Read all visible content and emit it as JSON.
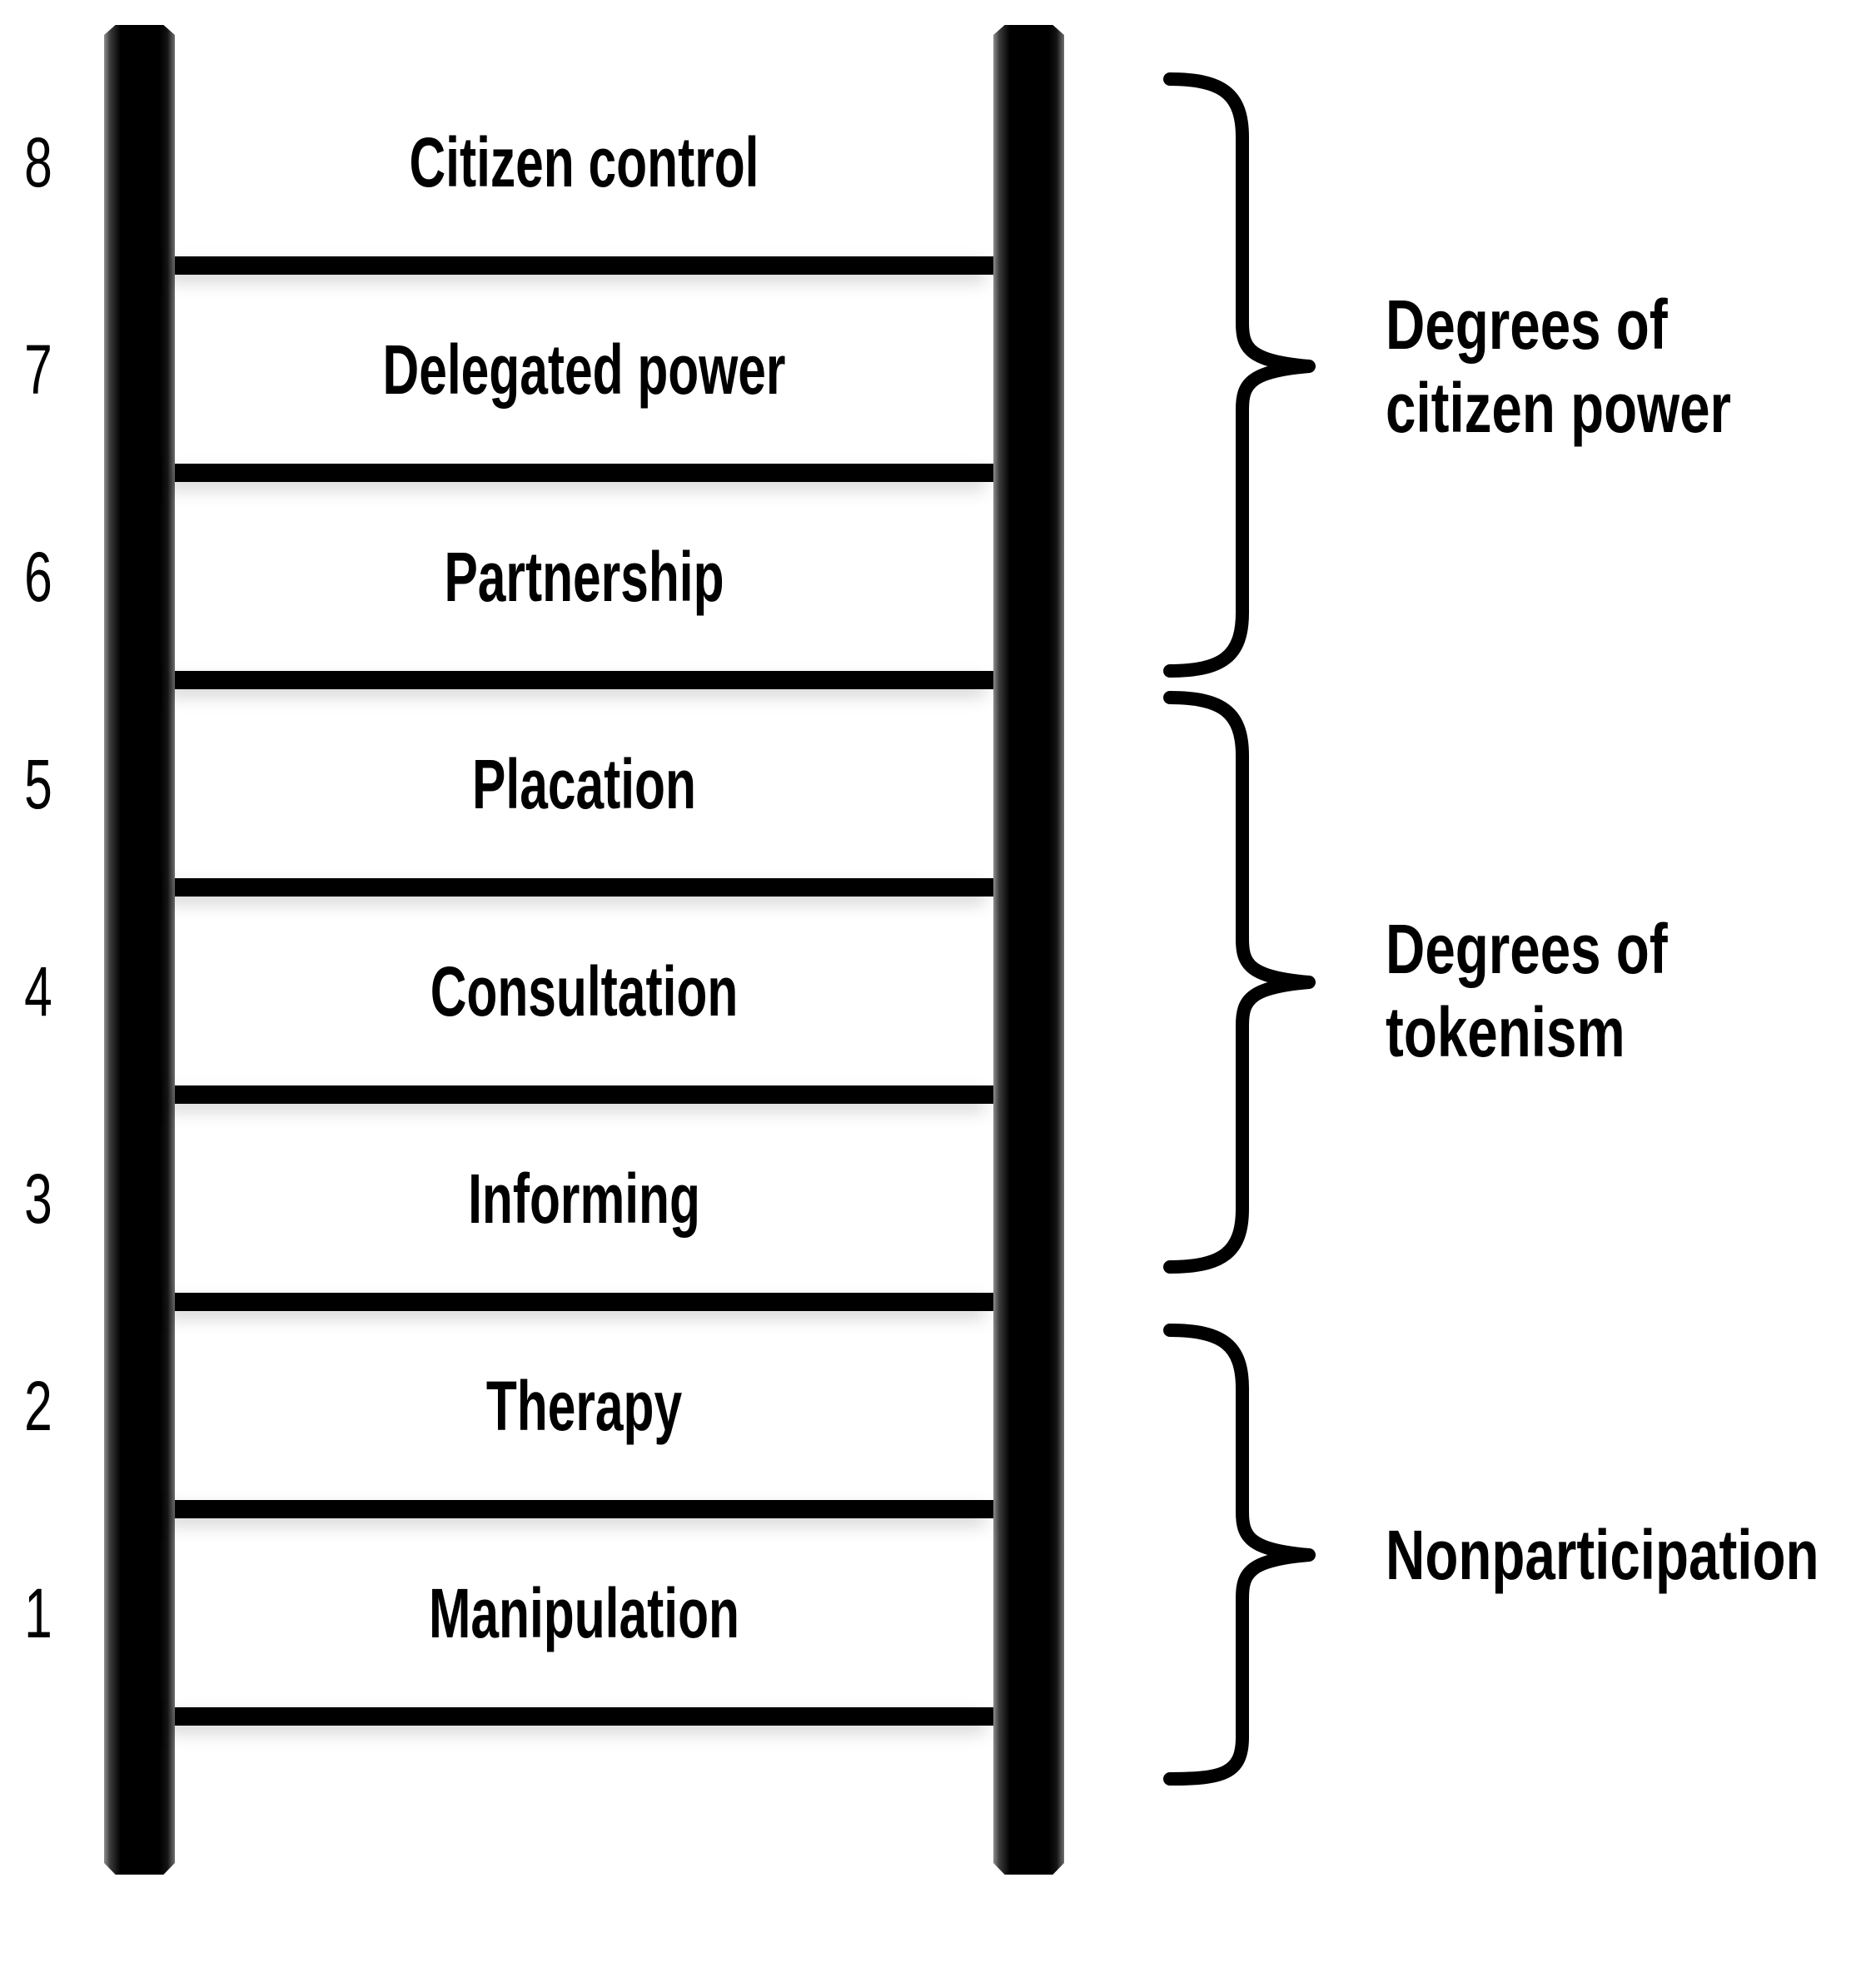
{
  "ladder": {
    "levels": [
      {
        "number": "8",
        "label": "Citizen control"
      },
      {
        "number": "7",
        "label": "Delegated power"
      },
      {
        "number": "6",
        "label": "Partnership"
      },
      {
        "number": "5",
        "label": "Placation"
      },
      {
        "number": "4",
        "label": "Consultation"
      },
      {
        "number": "3",
        "label": "Informing"
      },
      {
        "number": "2",
        "label": "Therapy"
      },
      {
        "number": "1",
        "label": "Manipulation"
      }
    ]
  },
  "groups": [
    {
      "lines": [
        "Degrees of",
        "citizen power"
      ]
    },
    {
      "lines": [
        "Degrees of",
        "tokenism"
      ]
    },
    {
      "lines": [
        "Nonparticipation"
      ]
    }
  ],
  "colors": {
    "ink": "#000000",
    "background": "#ffffff",
    "shadow_gray": "#9e9e9e"
  }
}
